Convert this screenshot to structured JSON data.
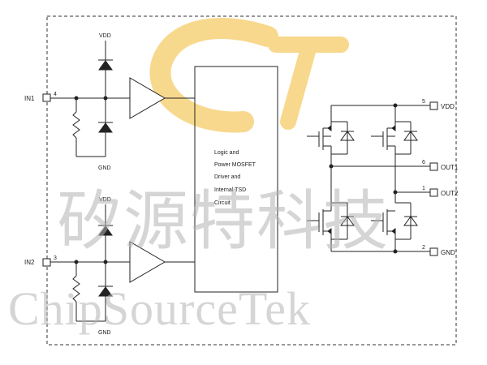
{
  "inputs": [
    {
      "label": "IN1",
      "pin": "4"
    },
    {
      "label": "IN2",
      "pin": "3"
    }
  ],
  "outputs": [
    {
      "label": "VDD",
      "pin": "5"
    },
    {
      "label": "OUT1",
      "pin": "6"
    },
    {
      "label": "OUT2",
      "pin": "1"
    },
    {
      "label": "GND",
      "pin": "2"
    }
  ],
  "protection": [
    {
      "top": "VDD",
      "bottom": "GND"
    },
    {
      "top": "VDD",
      "bottom": "GND"
    }
  ],
  "block_text": [
    "Logic and",
    "Power MOSFET",
    "Driver and",
    "Internal TSD",
    "Circuit"
  ],
  "watermark": {
    "chinese": "矽源特科技",
    "english": "ChipSourceTek",
    "logo_color": "#f6d27a"
  }
}
